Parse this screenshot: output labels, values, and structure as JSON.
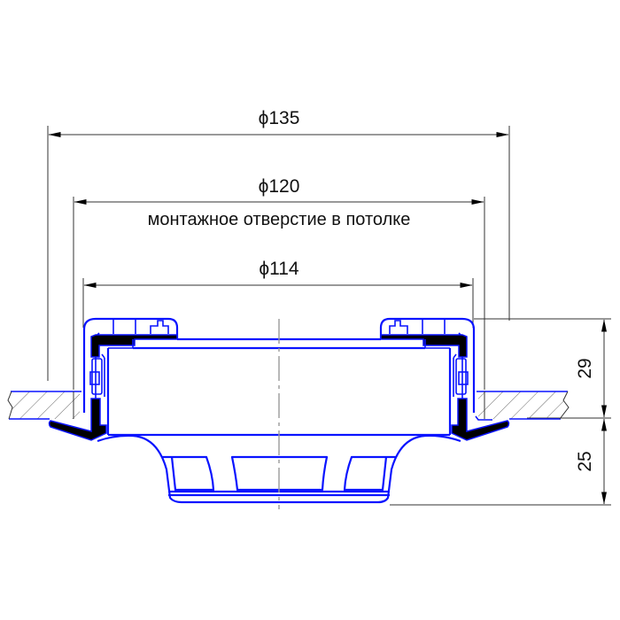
{
  "drawing": {
    "title": "Ceiling air diffuser cross-section",
    "colors": {
      "outline": "#0a14ff",
      "seal": "#000000",
      "dimension": "#333333",
      "axis": "#999999"
    },
    "dimensions": {
      "d135": {
        "symbol": "ϕ",
        "value": "135",
        "label": "ϕ135"
      },
      "d120": {
        "symbol": "ϕ",
        "value": "120",
        "label": "ϕ120",
        "note": "монтажное отверстие в потолке"
      },
      "d114": {
        "symbol": "ϕ",
        "value": "114",
        "label": "ϕ114"
      },
      "h29": {
        "value": "29",
        "label": "29"
      },
      "h25": {
        "value": "25",
        "label": "25"
      }
    }
  }
}
